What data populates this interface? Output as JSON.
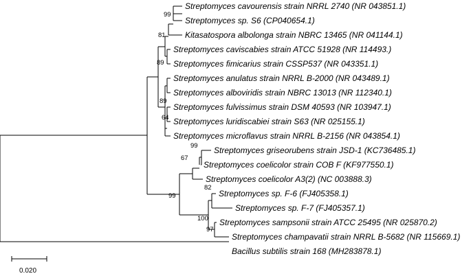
{
  "tree": {
    "taxa": [
      {
        "name": "Streptomyces cavourensis strain NRRL 2740 (NR 043851.1)",
        "color": "#000000"
      },
      {
        "name": "Streptomyces sp. S6 (CP040654.1)",
        "color": "#cc0000"
      },
      {
        "name": "Kitasatospora albolonga strain NBRC 13465 (NR 041144.1)",
        "color": "#000000"
      },
      {
        "name": "Streptomyces caviscabies strain ATCC 51928 (NR 114493.)",
        "color": "#000000"
      },
      {
        "name": "Streptomyces fimicarius strain CSSP537 (NR 043351.1)",
        "color": "#000000"
      },
      {
        "name": "Streptomyces anulatus strain NRRL B-2000 (NR 043489.1)",
        "color": "#000000"
      },
      {
        "name": "Streptomyces alboviridis strain NBRC 13013 (NR 112340.1)",
        "color": "#000000"
      },
      {
        "name": "Streptomyces fulvissimus strain DSM 40593 (NR 103947.1)",
        "color": "#000000"
      },
      {
        "name": "Streptomyces luridiscabiei strain S63 (NR 025155.1)",
        "color": "#000000"
      },
      {
        "name": "Streptomyces microflavus strain NRRL B-2156 (NR 043854.1)",
        "color": "#000000"
      },
      {
        "name": "Streptomyces griseorubens strain JSD-1 (KC736485.1)",
        "color": "#000000"
      },
      {
        "name": "Streptomyces coelicolor strain COB F (KF977550.1)",
        "color": "#000000"
      },
      {
        "name": "Streptomyces coelicolor A3(2) (NC 003888.3)",
        "color": "#000000"
      },
      {
        "name": "Streptomyces sp. F-6 (FJ405358.1)",
        "color": "#000000"
      },
      {
        "name": "Streptomyces sp. F-7 (FJ405357.1)",
        "color": "#000000"
      },
      {
        "name": "Streptomyces sampsonii strain ATCC 25495 (NR 025870.2)",
        "color": "#000000"
      },
      {
        "name": "Streptomyces champavatii strain NRRL B-5682 (NR 115669.1)",
        "color": "#000000"
      },
      {
        "name": "Bacillus subtilis strain 168 (MH283878.1)",
        "color": "#000000"
      }
    ],
    "bootstrap_values": [
      "99",
      "81",
      "89",
      "89",
      "64",
      "99",
      "67",
      "99",
      "82",
      "100",
      "97"
    ],
    "scale_bar_label": "0.020"
  }
}
